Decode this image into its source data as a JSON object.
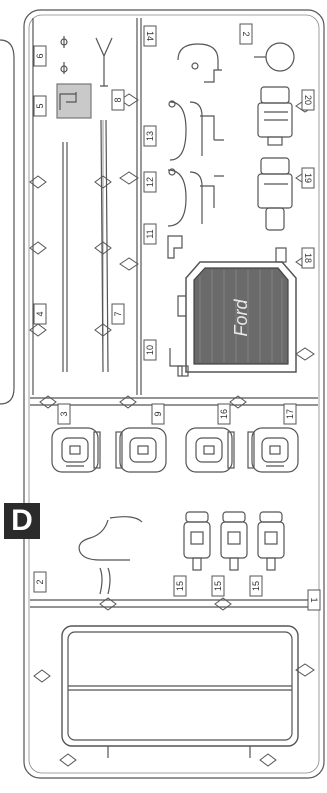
{
  "sheet": {
    "letter": "D",
    "logo_text": "Ford",
    "part_numbers": [
      "1",
      "2",
      "3",
      "4",
      "5",
      "6",
      "7",
      "8",
      "9",
      "10",
      "11",
      "12",
      "13",
      "14",
      "15",
      "16",
      "17",
      "18",
      "19",
      "20"
    ],
    "duplicate_part_number": "15",
    "colors": {
      "line": "#555555",
      "light_line": "#888888",
      "badge_bg": "#2b2b2b",
      "badge_text": "#ffffff",
      "grille_fill": "#6a6a6a",
      "highlight": "#c9c9c9"
    }
  }
}
